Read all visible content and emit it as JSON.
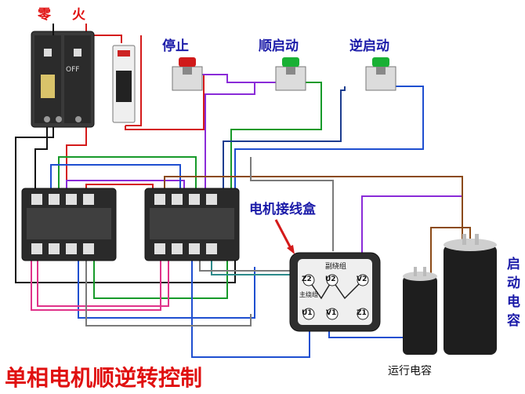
{
  "title": "单相电机顺逆转控制",
  "labels": {
    "neutral": "零",
    "live": "火",
    "stop": "停止",
    "forward_start": "顺启动",
    "reverse_start": "逆启动",
    "junction_box": "电机接线盒",
    "run_capacitor": "运行电容",
    "start_capacitor": "启动电容"
  },
  "terminals": {
    "z2": "Z2",
    "u2": "U2",
    "v2": "V2",
    "u1": "U1",
    "v1": "V1",
    "z1": "Z1",
    "aux_winding": "副绕组",
    "main_winding": "主绕组"
  },
  "breaker": {
    "off": "OFF"
  },
  "colors": {
    "black": "#111111",
    "red": "#d41a1a",
    "blue": "#1f4fd0",
    "green": "#179a2a",
    "purple": "#8a2bd8",
    "pink": "#e0338a",
    "brown": "#8b4a16",
    "gray": "#7a7a7a",
    "teal": "#2c8a8a",
    "navy": "#1d3d8f"
  }
}
